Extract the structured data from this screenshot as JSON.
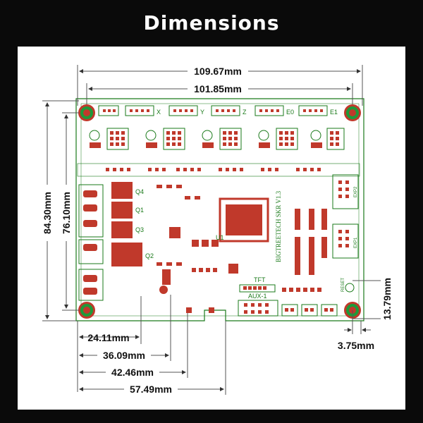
{
  "header": {
    "title": "Dimensions"
  },
  "dimensions": {
    "outer_width": "109.67mm",
    "hole_width": "101.85mm",
    "outer_height": "84.30mm",
    "hole_height": "76.10mm",
    "right_vertical": "13.79mm",
    "right_horizontal": "3.75mm",
    "bottom_1": "24.11mm",
    "bottom_2": "36.09mm",
    "bottom_3": "42.46mm",
    "bottom_4": "57.49mm"
  },
  "board": {
    "name": "BIGTREETECH SKR V1.3",
    "u1": "U1",
    "connector_labels": [
      "X",
      "Y",
      "Z",
      "E0",
      "E1"
    ],
    "side_labels": [
      "EXP2",
      "EXP1"
    ],
    "aux_label": "AUX-1",
    "tft_label": "TFT",
    "reset_label": "RESET",
    "q_labels": [
      "Q4",
      "Q1",
      "Q3",
      "Q2"
    ]
  },
  "colors": {
    "board": "#ffffff",
    "trace": "#1a7a1a",
    "pad": "#c0392b",
    "hole_ring": "#1e9a3a"
  }
}
